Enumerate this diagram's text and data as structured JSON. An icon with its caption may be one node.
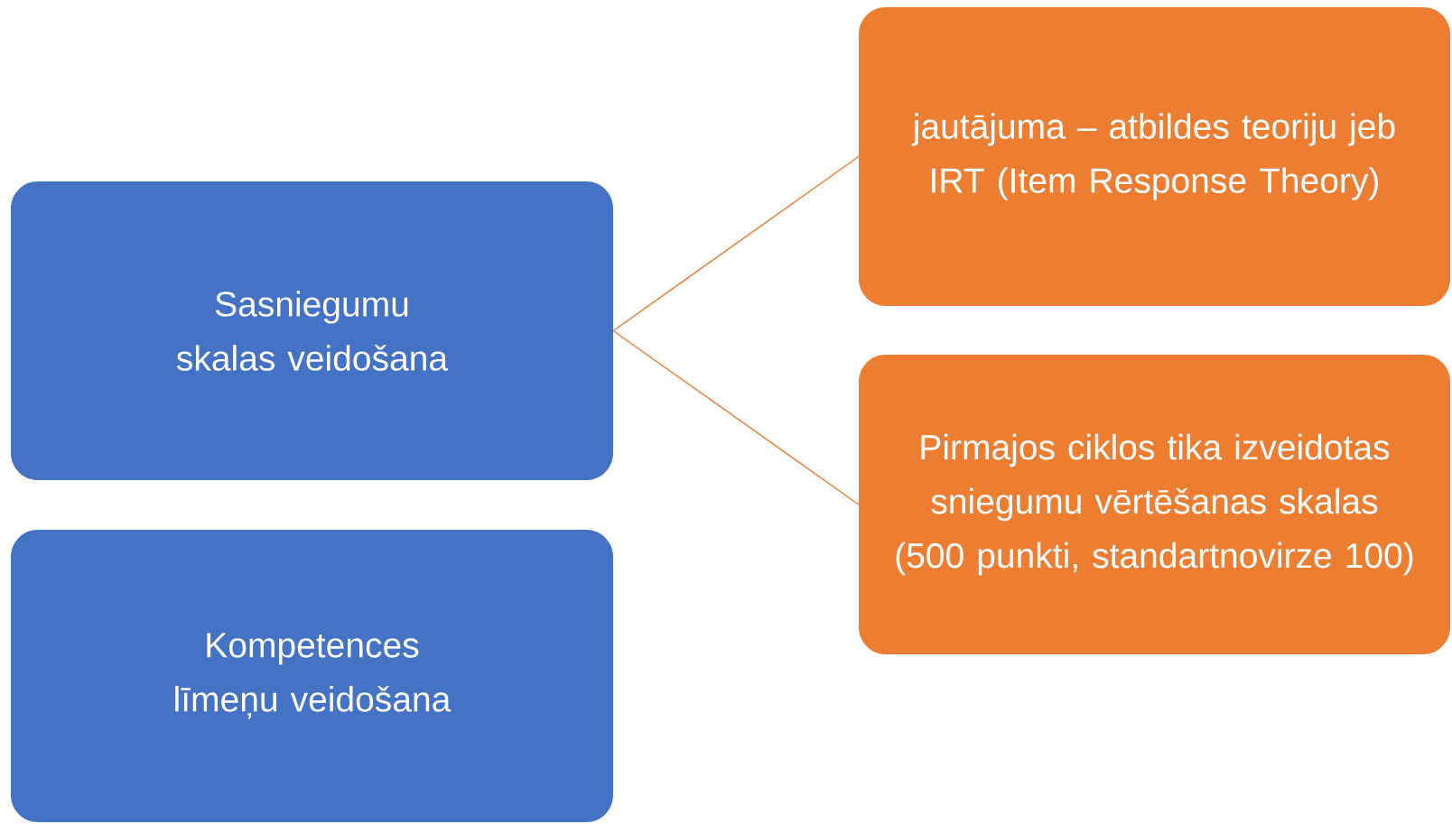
{
  "diagram": {
    "nodes": [
      {
        "text": [
          "Sasniegumu skalas veidošana"
        ]
      },
      {
        "text": [
          "Kompetences līmeņu veidošana"
        ]
      },
      {
        "text": [
          "jautājuma – atbildes teoriju jeb IRT (Item Response Theory)"
        ]
      },
      {
        "text": [
          "Pirmajos ciklos tika izveidotas sniegumu vērtēšanas skalas (500 punkti, standartnovirze 100)"
        ]
      }
    ],
    "edges": [
      {
        "from": 0,
        "to": 2,
        "arrow": "none"
      },
      {
        "from": 0,
        "to": 3,
        "arrow": "none"
      }
    ]
  }
}
